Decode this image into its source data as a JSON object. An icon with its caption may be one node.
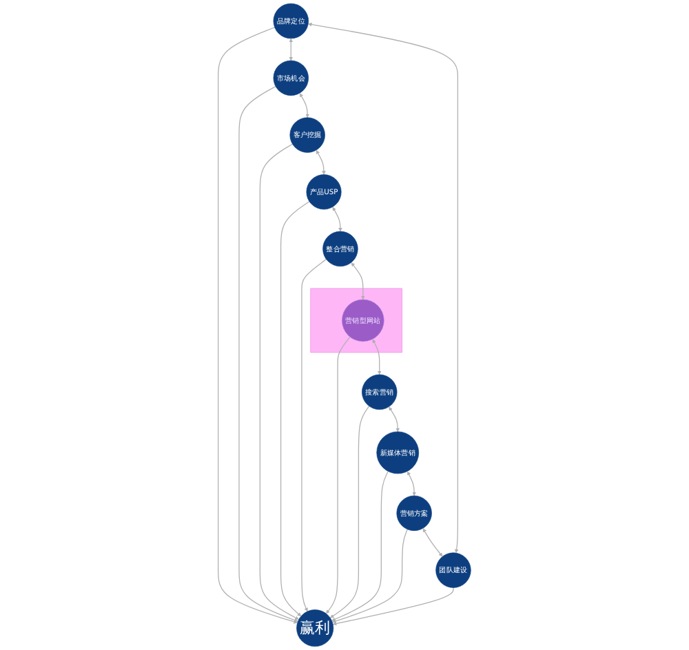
{
  "diagram": {
    "nodes": [
      {
        "text": [
          "品牌定位"
        ]
      },
      {
        "text": [
          "团队建设"
        ]
      },
      {
        "text": [
          "市场机会"
        ]
      },
      {
        "text": [
          "营销方案"
        ]
      },
      {
        "text": [
          "客户挖掘"
        ]
      },
      {
        "text": [
          "赢利"
        ]
      },
      {
        "text": [
          "新媒体营销"
        ]
      },
      {
        "text": [
          "产品USP"
        ]
      },
      {
        "text": [
          "搜索营销"
        ]
      },
      {
        "text": [
          "整合营销"
        ]
      },
      {
        "text": [],
        "shape": "box"
      },
      {
        "text": [
          "营销型网站"
        ],
        "in": 10
      }
    ],
    "edges": [
      {
        "from": 0,
        "to": 2,
        "arrow": "both"
      },
      {
        "from": 2,
        "to": 4,
        "arrow": "both"
      },
      {
        "from": 4,
        "to": 7,
        "arrow": "both"
      },
      {
        "from": 7,
        "to": 9,
        "arrow": "both"
      },
      {
        "from": 9,
        "to": 11,
        "arrow": "both"
      },
      {
        "from": 11,
        "to": 8,
        "arrow": "both"
      },
      {
        "from": 8,
        "to": 6,
        "arrow": "both"
      },
      {
        "from": 6,
        "to": 3,
        "arrow": "both"
      },
      {
        "from": 3,
        "to": 1,
        "arrow": "both"
      },
      {
        "from": 1,
        "to": 0,
        "arrow": "both"
      },
      {
        "from": 0,
        "to": 5,
        "arrow": "to"
      },
      {
        "from": 2,
        "to": 5,
        "arrow": "to"
      },
      {
        "from": 4,
        "to": 5,
        "arrow": "to"
      },
      {
        "from": 7,
        "to": 5,
        "arrow": "to"
      },
      {
        "from": 9,
        "to": 5,
        "arrow": "to"
      },
      {
        "from": 11,
        "to": 5,
        "arrow": "to"
      },
      {
        "from": 8,
        "to": 5,
        "arrow": "to"
      },
      {
        "from": 6,
        "to": 5,
        "arrow": "to"
      },
      {
        "from": 3,
        "to": 5,
        "arrow": "to"
      },
      {
        "from": 1,
        "to": 5,
        "arrow": "to"
      }
    ]
  }
}
